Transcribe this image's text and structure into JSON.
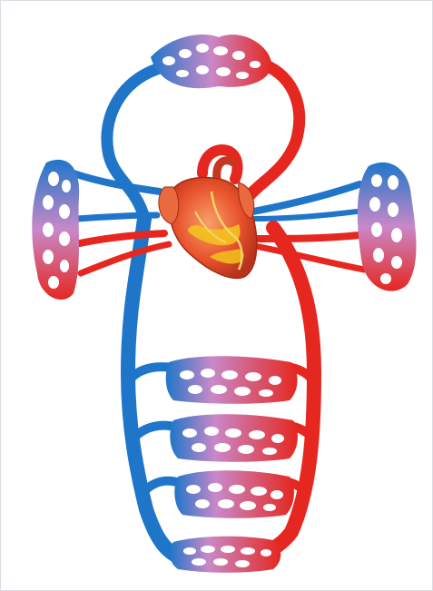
{
  "figure": {
    "colors": {
      "vein": "#1f76c9",
      "artery": "#e5271f",
      "capillary_mid": "#c988c8",
      "heart": "#e8532c",
      "heart_fat": "#f3c21f",
      "frame": "#d9dce3"
    },
    "capillary_beds": [
      {
        "id": "head",
        "gradient": "vertical"
      },
      {
        "id": "left-arm",
        "gradient": "vertical"
      },
      {
        "id": "right-arm",
        "gradient": "vertical"
      },
      {
        "id": "trunk-1",
        "gradient": "horizontal"
      },
      {
        "id": "trunk-2",
        "gradient": "horizontal"
      },
      {
        "id": "trunk-3",
        "gradient": "horizontal"
      },
      {
        "id": "trunk-4",
        "gradient": "horizontal"
      }
    ]
  }
}
